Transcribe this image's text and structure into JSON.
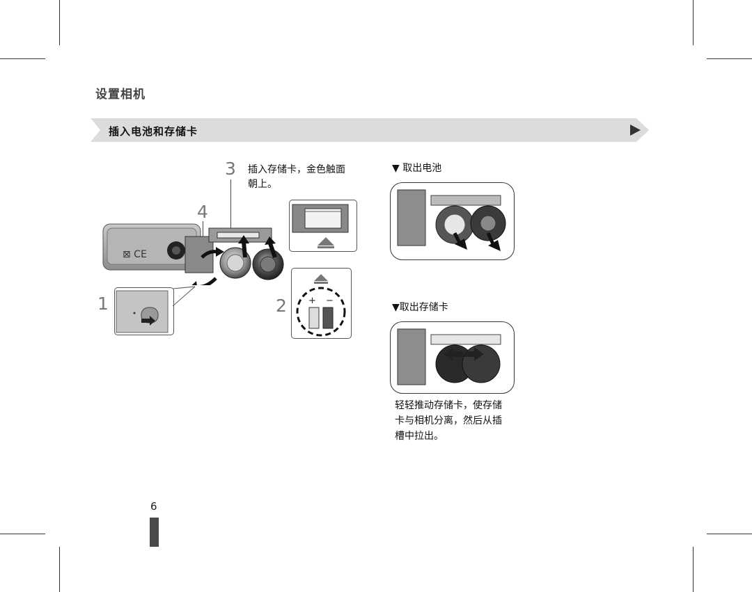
{
  "section_title": "设置相机",
  "banner": {
    "label": "插入电池和存储卡",
    "next_icon": "play-triangle-icon"
  },
  "steps": {
    "step1": "1",
    "step2": "2",
    "step3": "3",
    "step4": "4",
    "step3_caption_line1": "插入存储卡，金色触面",
    "step3_caption_line2": "朝上。",
    "battery_polarity_plus": "+",
    "battery_polarity_minus": "−"
  },
  "remove_battery": {
    "heading": "▼ 取出电池"
  },
  "remove_card": {
    "heading": "▼取出存储卡",
    "caption_line1": "轻轻推动存储卡，使存储",
    "caption_line2": "卡与相机分离，然后从插",
    "caption_line3": "槽中拉出。"
  },
  "page_number": "6"
}
